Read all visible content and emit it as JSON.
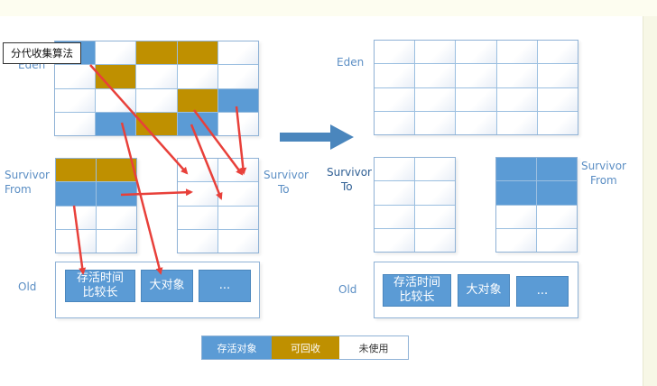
{
  "title": "分代收集算法",
  "before": {
    "eden_label": "Eden",
    "survivor_from_label": [
      "Survivor",
      "From"
    ],
    "survivor_to_label": [
      "Survivor",
      "To"
    ],
    "old_label": "Old",
    "eden_cells": [
      [
        "live",
        "empty",
        "recl",
        "recl",
        "empty"
      ],
      [
        "empty",
        "recl",
        "empty",
        "empty",
        "empty"
      ],
      [
        "empty",
        "empty",
        "empty",
        "recl",
        "live"
      ],
      [
        "empty",
        "live",
        "recl",
        "live",
        "empty"
      ]
    ],
    "from_cells": [
      [
        "recl",
        "recl"
      ],
      [
        "live",
        "live"
      ],
      [
        "empty",
        "empty"
      ],
      [
        "empty",
        "empty"
      ]
    ],
    "to_cells": [
      [
        "empty",
        "empty"
      ],
      [
        "empty",
        "empty"
      ],
      [
        "empty",
        "empty"
      ],
      [
        "empty",
        "empty"
      ]
    ],
    "old_boxes": [
      [
        "存活时间",
        "比较长"
      ],
      [
        "大对象"
      ],
      [
        "..."
      ]
    ]
  },
  "after": {
    "eden_label": "Eden",
    "survivor_to_label": [
      "Survivor",
      "To"
    ],
    "survivor_from_label": [
      "Survivor",
      "From"
    ],
    "old_label": "Old",
    "to_cells": [
      [
        "empty",
        "empty"
      ],
      [
        "empty",
        "empty"
      ],
      [
        "empty",
        "empty"
      ],
      [
        "empty",
        "empty"
      ]
    ],
    "from_cells": [
      [
        "live",
        "live"
      ],
      [
        "live",
        "live"
      ],
      [
        "empty",
        "empty"
      ],
      [
        "empty",
        "empty"
      ]
    ],
    "old_boxes": [
      [
        "存活时间",
        "比较长"
      ],
      [
        "大对象"
      ],
      [
        "..."
      ]
    ]
  },
  "legend": [
    {
      "label": "存活对象",
      "state": "live"
    },
    {
      "label": "可回收",
      "state": "recl"
    },
    {
      "label": "未使用",
      "state": "empty"
    }
  ],
  "colors": {
    "live": "#5b9bd5",
    "reclaimable": "#bf9000",
    "arrow_red": "#e8403a",
    "arrow_blue": "#4a86bd"
  }
}
